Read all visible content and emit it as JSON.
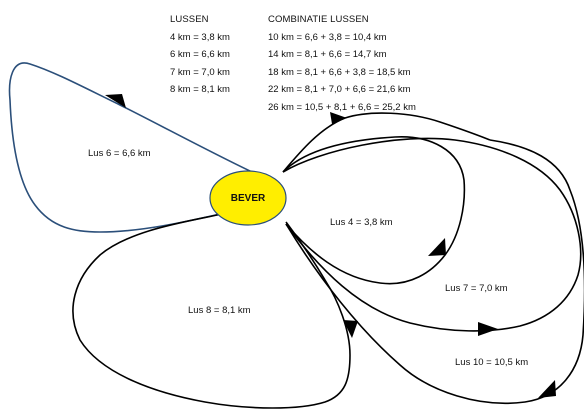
{
  "legend": {
    "lussen_header": "LUSSEN",
    "lussen": [
      "4 km = 3,8 km",
      "6 km = 6,6 km",
      "7 km = 7,0 km",
      "8 km = 8,1 km"
    ],
    "combinatie_header": "COMBINATIE LUSSEN",
    "combinaties": [
      "10 km = 6,6 + 3,8 = 10,4 km",
      "14 km = 8,1 + 6,6 = 14,7 km",
      "18 km = 8,1 + 6,6 + 3,8 = 18,5 km",
      "22 km = 8,1 + 7,0 + 6,6 = 21,6 km",
      "26 km = 10,5 + 8,1 + 6,6 = 25,2 km"
    ]
  },
  "diagram": {
    "center_label": "BEVER",
    "center_color": "#ffee00",
    "loop_labels": {
      "lus6": "Lus  6 = 6,6 km",
      "lus4": "Lus  4 = 3,8 km",
      "lus7": "Lus  7 = 7,0 km",
      "lus8": "Lus  8 = 8,1 km",
      "lus10": "Lus  10 = 10,5 km"
    }
  }
}
